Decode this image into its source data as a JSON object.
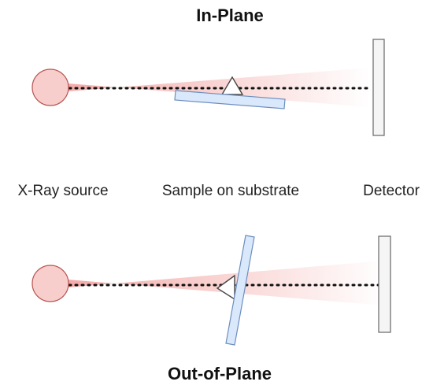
{
  "titles": {
    "top": "In-Plane",
    "bottom": "Out-of-Plane"
  },
  "labels": {
    "source": "X-Ray source",
    "sample": "Sample on substrate",
    "detector": "Detector"
  },
  "colors": {
    "source_fill": "#f8cecc",
    "source_stroke": "#b85450",
    "beam": "#f19c99",
    "substrate_fill": "#dae8fc",
    "substrate_stroke": "#6c8ebf",
    "detector_fill": "#f5f5f5",
    "detector_stroke": "#666666",
    "sample_fill": "#ffffff",
    "sample_stroke": "#444444",
    "dots": "#111111"
  }
}
